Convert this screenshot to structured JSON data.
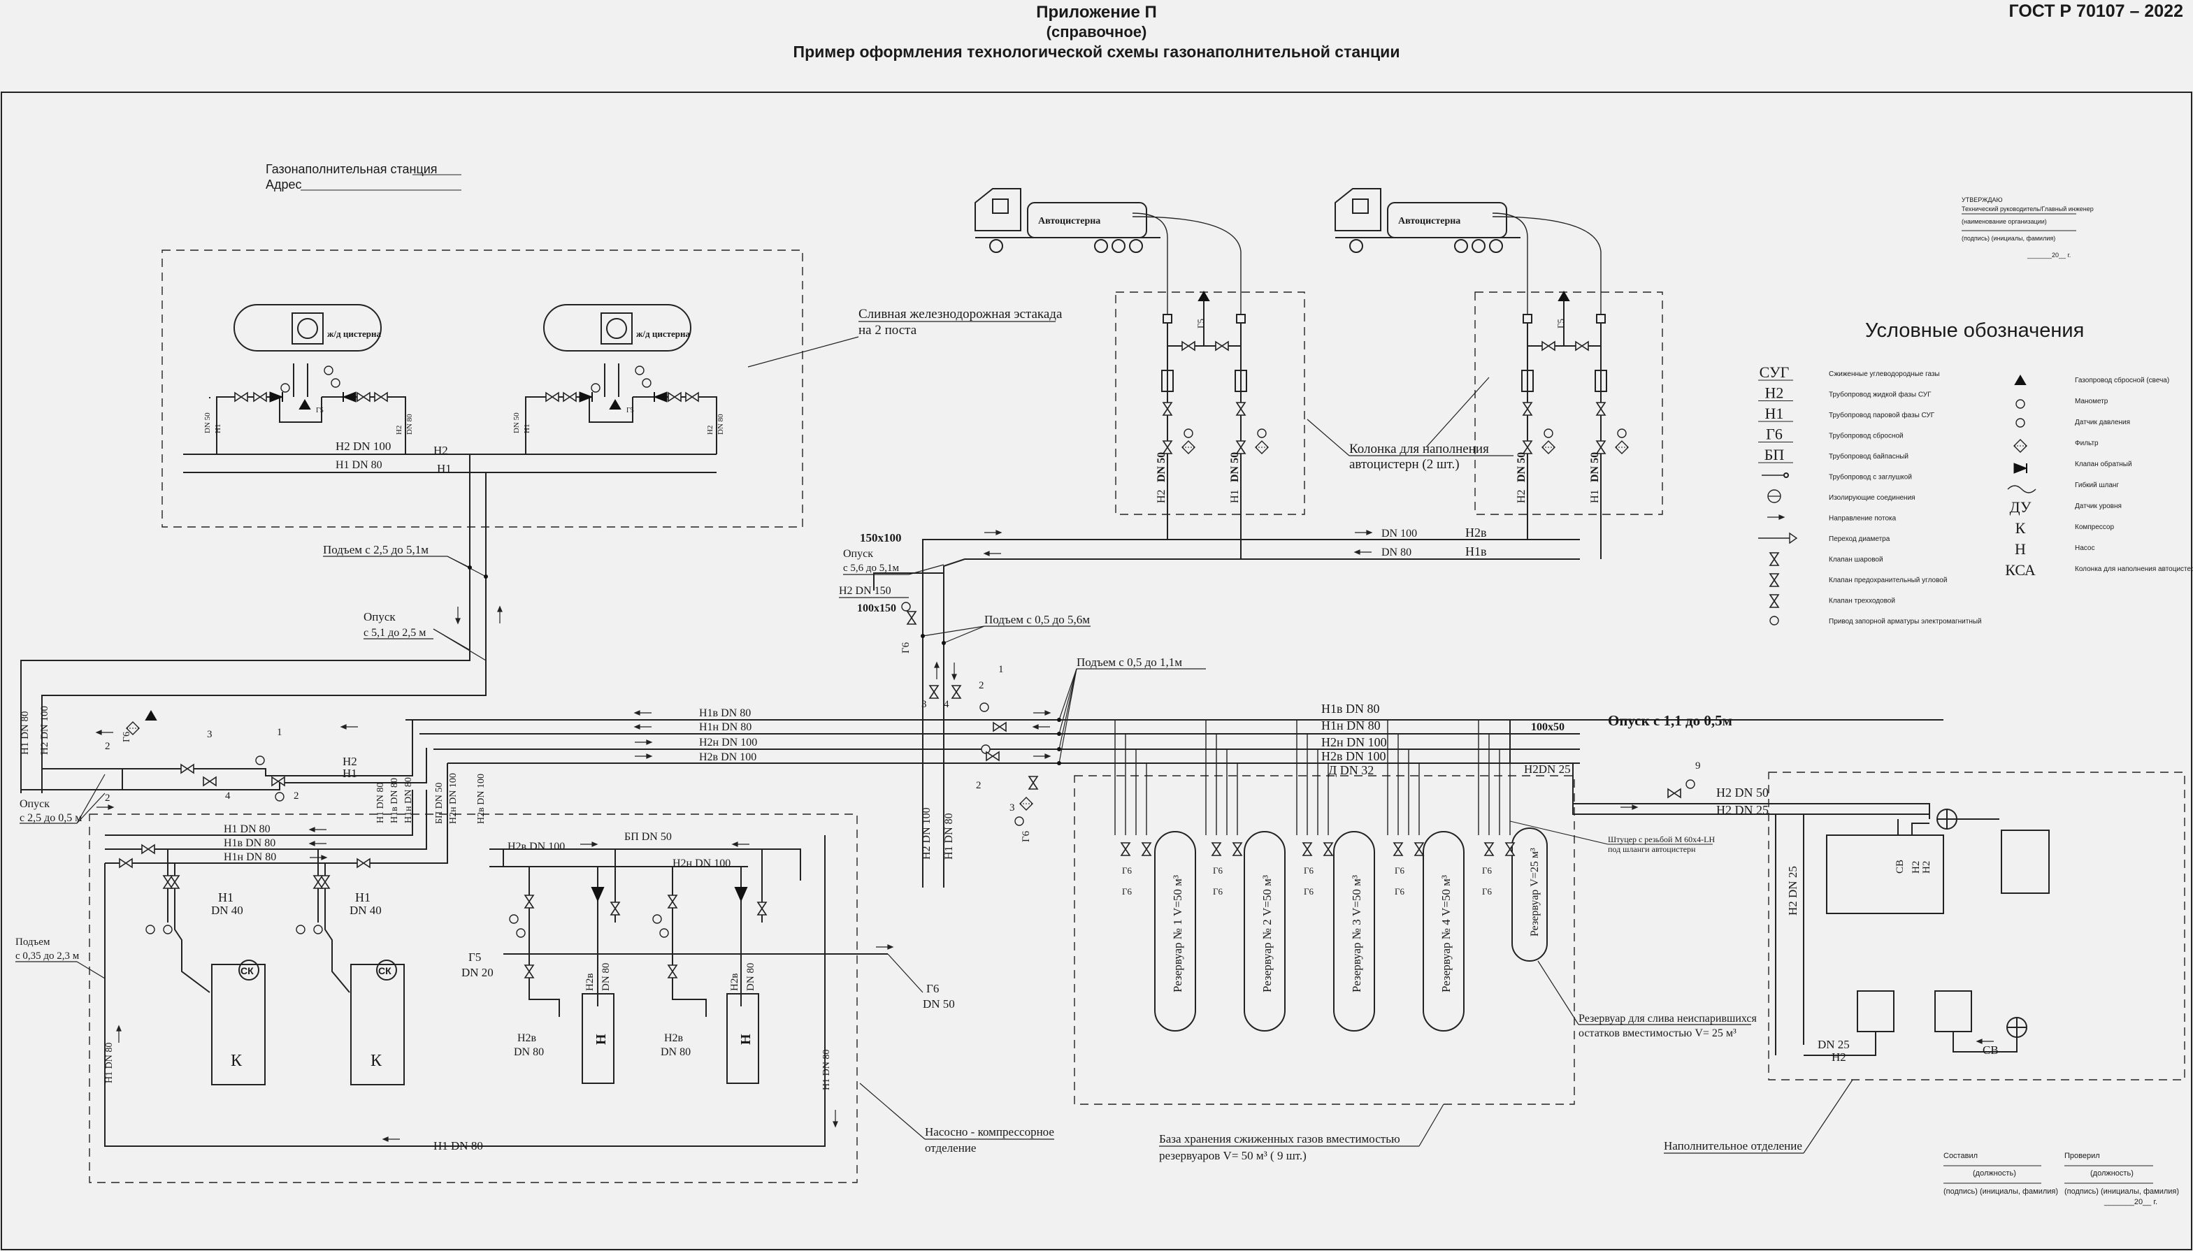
{
  "header": {
    "appendix": "Приложение П",
    "ref": "(справочное)",
    "title": "Пример оформления технологической схемы газонаполнительной станции",
    "gost": "ГОСТ Р 70107 – 2022"
  },
  "station": {
    "name": "Газонаполнительная станция",
    "address": "Адрес"
  },
  "approval": {
    "title": "УТВЕРЖДАЮ",
    "role": "Технический руководитель/Главный инженер",
    "org": "(наименование организации)",
    "sign": "(подпись) (инициалы, фамилия)",
    "date": "_______20__ г."
  },
  "tank_trucks": [
    "Автоцистерна",
    "Автоцистерна"
  ],
  "rail_cars": [
    "ж/д цистерна",
    "ж/д цистерна"
  ],
  "labels": {
    "rail_trestle": [
      "Сливная железнодорожная эстакада",
      "на 2 поста"
    ],
    "fill_column": [
      "Колонка для наполнения",
      "автоцистерн (2 шт.)"
    ],
    "lift_25_51": "Подъем с 2,5 до 5,1м",
    "drop_51_25": [
      "Опуск",
      "с 5,1 до 2,5 м"
    ],
    "drop_25_05": [
      "Опуск",
      "с 2,5 до 0,5 м"
    ],
    "lift_035_23": [
      "Подъем",
      "с 0,35 до 2,3 м"
    ],
    "size_150x100": "150х100",
    "drop_56_51": [
      "Опуск",
      "с 5,6 до 5,1м"
    ],
    "size_100x150": "100х150",
    "lift_05_56": "Подъем с 0,5 до 5,6м",
    "lift_05_11": "Подъем с 0,5 до 1,1м",
    "drop_11_05": "Опуск с 1,1 до 0,5м",
    "size_100x50": "100х50",
    "fitting": [
      "Штуцер с резьбой М 60х4-LH",
      "под шланги автоцистерн"
    ],
    "drain_tank": [
      "Резервуар для слива неиспарившихся",
      "остатков вместимостью V= 25 м³"
    ],
    "pump_section": [
      "Насосно - компрессорное",
      "отделение"
    ],
    "storage_base": [
      "База хранения сжиженных газов вместимостью",
      "резервуаров V= 50 м³ ( 9 шт.)"
    ],
    "fill_section": "Наполнительное отделение"
  },
  "pipes": {
    "H2_DN100": "Н2 DN 100",
    "H1_DN80": "Н1 DN 80",
    "H2": "Н2",
    "H1": "Н1",
    "H1v_DN80": "Н1в DN 80",
    "H1n_DN80": "Н1н DN 80",
    "H2n_DN100": "Н2н DN 100",
    "H2v_DN100": "Н2в DN 100",
    "H2v": "Н2в",
    "H1v": "Н1в",
    "DN100": "DN 100",
    "DN80": "DN 80",
    "H2_DN150": "Н2 DN 150",
    "D_DN32": "Д DN 32",
    "H2_DN25": "Н2DN 25",
    "H2_DN50": "Н2 DN 50",
    "H2_DN25b": "Н2 DN 25",
    "G6": "Г6",
    "G5": "Г5",
    "DN50": "DN 50",
    "DN40": "DN 40",
    "DN20": "DN 20",
    "DN25": "DN 25",
    "H1_DN80_ret": "Н1 DN 80",
    "BP_DN50": "БП DN 50",
    "H2n_DN100_b": "Н2н DN 100",
    "H2v_DN100_b": "Н2в DN 100",
    "H2v_DN80": "Н2в",
    "CB": "СВ"
  },
  "equipment": {
    "compressor": "К",
    "pump": "Н",
    "sk": "СК"
  },
  "tanks": [
    "Резервуар № 1  V=50 м³",
    "Резервуар № 2  V=50 м³",
    "Резервуар № 3  V=50 м³",
    "Резервуар № 4  V=50 м³",
    "Резервуар  V=25 м³"
  ],
  "legend": {
    "title": "Условные обозначения",
    "left": [
      {
        "sym": "СУГ",
        "text": "Сжиженные углеводородные газы"
      },
      {
        "sym": "Н2",
        "text": "Трубопровод жидкой фазы СУГ"
      },
      {
        "sym": "Н1",
        "text": "Трубопровод паровой фазы СУГ"
      },
      {
        "sym": "Г6",
        "text": "Трубопровод сбросной"
      },
      {
        "sym": "БП",
        "text": "Трубопровод байпасный"
      },
      {
        "sym": "",
        "text": "Трубопровод с заглушкой"
      },
      {
        "sym": "",
        "text": "Изолирующие соединения"
      },
      {
        "sym": "",
        "text": "Направление потока"
      },
      {
        "sym": "",
        "text": "Переход диаметра"
      },
      {
        "sym": "",
        "text": "Клапан шаровой"
      },
      {
        "sym": "",
        "text": "Клапан предохранительный угловой"
      },
      {
        "sym": "",
        "text": "Клапан трехходовой"
      },
      {
        "sym": "",
        "text": "Привод запорной арматуры электромагнитный"
      }
    ],
    "right": [
      {
        "sym": "",
        "text": "Газопровод сбросной (свеча)"
      },
      {
        "sym": "",
        "text": "Манометр"
      },
      {
        "sym": "",
        "text": "Датчик давления"
      },
      {
        "sym": "",
        "text": "Фильтр"
      },
      {
        "sym": "",
        "text": "Клапан обратный"
      },
      {
        "sym": "",
        "text": "Гибкий шланг"
      },
      {
        "sym": "ДУ",
        "text": "Датчик уровня"
      },
      {
        "sym": "К",
        "text": "Компрессор"
      },
      {
        "sym": "Н",
        "text": "Насос"
      },
      {
        "sym": "КСА",
        "text": "Колонка для наполнения автоцистерн"
      }
    ]
  },
  "signoff": {
    "composed": "Составил",
    "checked": "Проверил",
    "position": "(должность)",
    "sign": "(подпись) (инициалы, фамилия)",
    "date": "_______20__ г."
  },
  "numbers": [
    "1",
    "2",
    "3",
    "4",
    "9"
  ]
}
